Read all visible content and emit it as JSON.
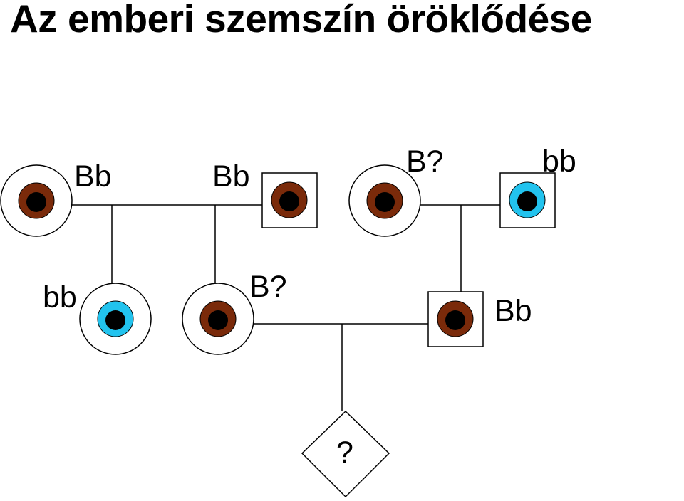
{
  "title": "Az emberi szemszín öröklődése",
  "colors": {
    "brown_iris": "#7a2a0a",
    "blue_iris": "#22c3ee",
    "pupil": "#000000",
    "line": "#000000"
  },
  "individuals": [
    {
      "id": "gen1-female-left",
      "sex": "female",
      "eye_color": "brown",
      "genotype": "Bb"
    },
    {
      "id": "gen1-male-left",
      "sex": "male",
      "eye_color": "brown",
      "genotype": "Bb"
    },
    {
      "id": "gen1-female-right",
      "sex": "female",
      "eye_color": "brown",
      "genotype": "B?"
    },
    {
      "id": "gen1-male-right",
      "sex": "male",
      "eye_color": "blue",
      "genotype": "bb"
    },
    {
      "id": "gen2-female-blue",
      "sex": "female",
      "eye_color": "blue",
      "genotype": "bb"
    },
    {
      "id": "gen2-female-brown",
      "sex": "female",
      "eye_color": "brown",
      "genotype": "B?"
    },
    {
      "id": "gen2-male-brown",
      "sex": "male",
      "eye_color": "brown",
      "genotype": "Bb"
    },
    {
      "id": "gen3-child",
      "sex": "unknown",
      "eye_color": "unknown",
      "genotype": "?"
    }
  ]
}
